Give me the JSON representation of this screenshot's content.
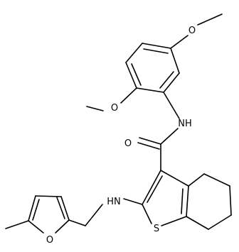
{
  "structure": {
    "atoms": {
      "methoxy_top_o": "O",
      "methoxy_left_o": "O",
      "amide_n": "NH",
      "carbonyl_o": "O",
      "amine_n": "HN",
      "thiophene_s": "S",
      "furan_o": "O"
    }
  },
  "colors": {
    "line": "#000000",
    "background": "#ffffff"
  }
}
